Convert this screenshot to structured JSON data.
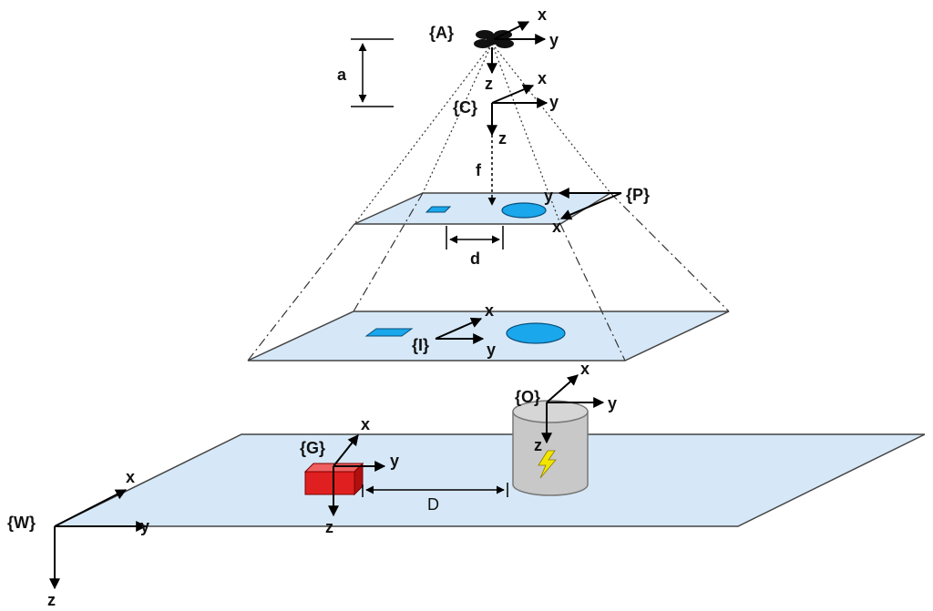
{
  "diagram": {
    "frames": {
      "A": "{A}",
      "C": "{C}",
      "P": "{P}",
      "I": "{I}",
      "O": "{O}",
      "G": "{G}",
      "W": "{W}"
    },
    "axes": {
      "x": "x",
      "y": "y",
      "z": "z"
    },
    "dimensions": {
      "a": "a",
      "f": "f",
      "d": "d",
      "D": "D"
    },
    "colors": {
      "plane_fill": "#d6e8f7",
      "blob_fill": "#1aa7ec",
      "box_red": "#e02020",
      "cylinder_gray": "#c8c8c8",
      "lightning": "#f2e600"
    },
    "icons": {
      "drone": "drone-icon",
      "lightning": "lightning-icon"
    }
  }
}
